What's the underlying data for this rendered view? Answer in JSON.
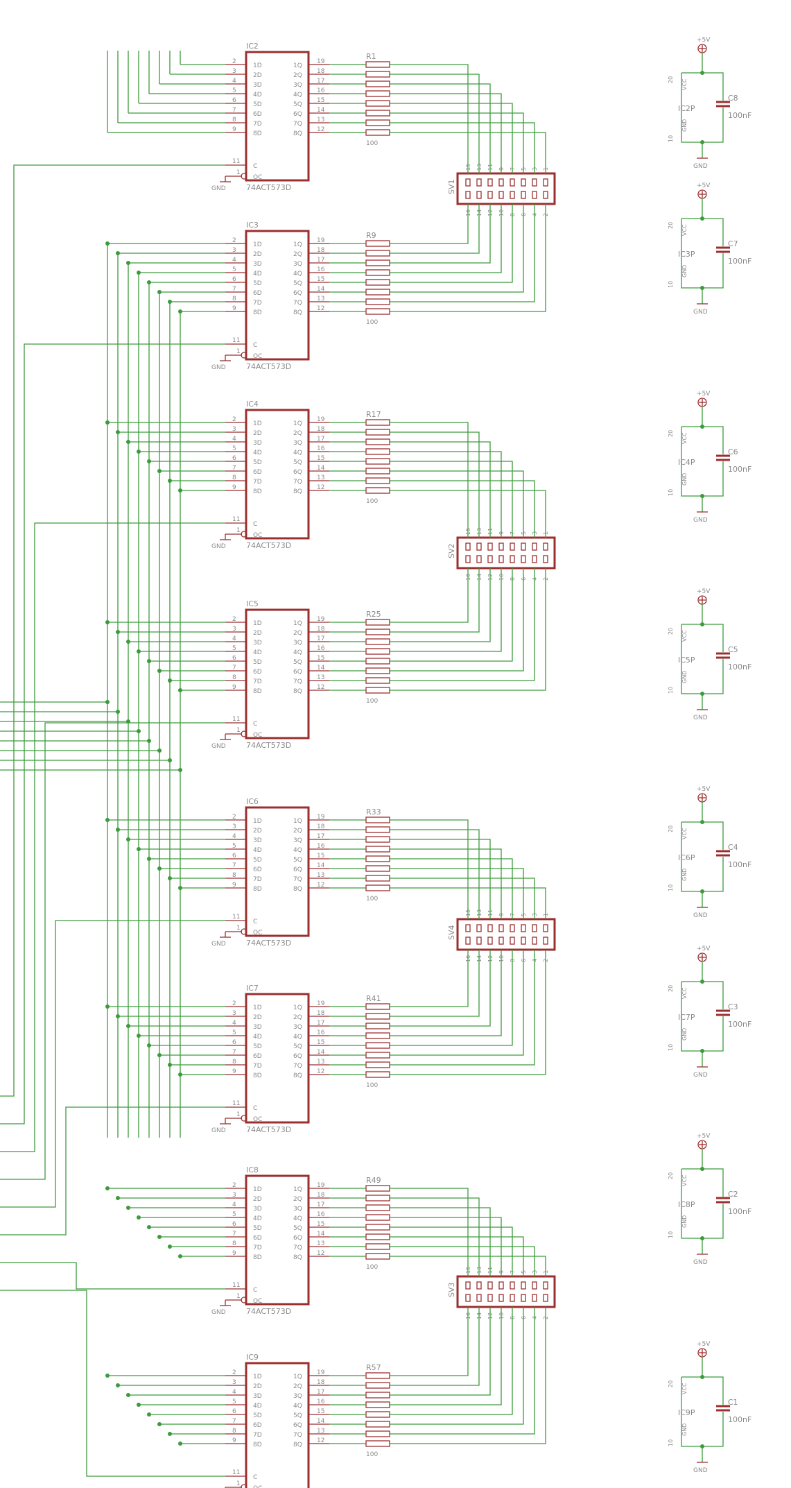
{
  "ic_part": "74ACT573D",
  "ic_left_pins": [
    {
      "num": "2",
      "name": "1D"
    },
    {
      "num": "3",
      "name": "2D"
    },
    {
      "num": "4",
      "name": "3D"
    },
    {
      "num": "5",
      "name": "4D"
    },
    {
      "num": "6",
      "name": "5D"
    },
    {
      "num": "7",
      "name": "6D"
    },
    {
      "num": "8",
      "name": "7D"
    },
    {
      "num": "9",
      "name": "8D"
    }
  ],
  "ic_right_pins": [
    {
      "num": "19",
      "name": "1Q"
    },
    {
      "num": "18",
      "name": "2Q"
    },
    {
      "num": "17",
      "name": "3Q"
    },
    {
      "num": "16",
      "name": "4Q"
    },
    {
      "num": "15",
      "name": "5Q"
    },
    {
      "num": "14",
      "name": "6Q"
    },
    {
      "num": "13",
      "name": "7Q"
    },
    {
      "num": "12",
      "name": "8Q"
    }
  ],
  "ic_control_pins": [
    {
      "num": "11",
      "name": "C"
    },
    {
      "num": "1",
      "name": "OC"
    }
  ],
  "gnd_label": "GND",
  "vcc_label": "+5V",
  "cap_value": "100nF",
  "res_value": "100",
  "ics": [
    {
      "name": "IC2",
      "res_start": "R1"
    },
    {
      "name": "IC3",
      "res_start": "R9"
    },
    {
      "name": "IC4",
      "res_start": "R17"
    },
    {
      "name": "IC5",
      "res_start": "R25"
    },
    {
      "name": "IC6",
      "res_start": "R33"
    },
    {
      "name": "IC7",
      "res_start": "R41"
    },
    {
      "name": "IC8",
      "res_start": "R49"
    },
    {
      "name": "IC9",
      "res_start": "R57"
    }
  ],
  "headers": [
    {
      "name": "SV1",
      "top_pins": [
        "15",
        "13",
        "11",
        "9",
        "7",
        "5",
        "3",
        "1"
      ],
      "bottom_pins": [
        "16",
        "14",
        "12",
        "10",
        "8",
        "6",
        "4",
        "2"
      ]
    },
    {
      "name": "SV2",
      "top_pins": [
        "15",
        "13",
        "11",
        "9",
        "7",
        "5",
        "3",
        "1"
      ],
      "bottom_pins": [
        "16",
        "14",
        "12",
        "10",
        "8",
        "6",
        "4",
        "2"
      ]
    },
    {
      "name": "SV4",
      "top_pins": [
        "15",
        "13",
        "11",
        "9",
        "7",
        "5",
        "3",
        "1"
      ],
      "bottom_pins": [
        "16",
        "14",
        "12",
        "10",
        "8",
        "6",
        "4",
        "2"
      ]
    },
    {
      "name": "SV3",
      "top_pins": [
        "15",
        "13",
        "11",
        "9",
        "7",
        "5",
        "3",
        "1"
      ],
      "bottom_pins": [
        "16",
        "14",
        "12",
        "10",
        "8",
        "6",
        "4",
        "2"
      ]
    }
  ],
  "power_blocks": [
    {
      "ic": "IC2P",
      "cap": "C8",
      "vcc_pin": "20",
      "gnd_pin": "10",
      "vcc_text": "VCC",
      "gnd_text": "GND"
    },
    {
      "ic": "IC3P",
      "cap": "C7",
      "vcc_pin": "20",
      "gnd_pin": "10",
      "vcc_text": "VCC",
      "gnd_text": "GND"
    },
    {
      "ic": "IC4P",
      "cap": "C6",
      "vcc_pin": "20",
      "gnd_pin": "10",
      "vcc_text": "VCC",
      "gnd_text": "GND"
    },
    {
      "ic": "IC5P",
      "cap": "C5",
      "vcc_pin": "20",
      "gnd_pin": "10",
      "vcc_text": "VCC",
      "gnd_text": "GND"
    },
    {
      "ic": "IC6P",
      "cap": "C4",
      "vcc_pin": "20",
      "gnd_pin": "10",
      "vcc_text": "VCC",
      "gnd_text": "GND"
    },
    {
      "ic": "IC7P",
      "cap": "C3",
      "vcc_pin": "20",
      "gnd_pin": "10",
      "vcc_text": "VCC",
      "gnd_text": "GND"
    },
    {
      "ic": "IC8P",
      "cap": "C2",
      "vcc_pin": "20",
      "gnd_pin": "10",
      "vcc_text": "VCC",
      "gnd_text": "GND"
    },
    {
      "ic": "IC9P",
      "cap": "C1",
      "vcc_pin": "20",
      "gnd_pin": "10",
      "vcc_text": "VCC",
      "gnd_text": "GND"
    }
  ],
  "colors": {
    "wire": "#3c9b3c",
    "part": "#9b2f2f",
    "text": "#8a8a8a"
  }
}
